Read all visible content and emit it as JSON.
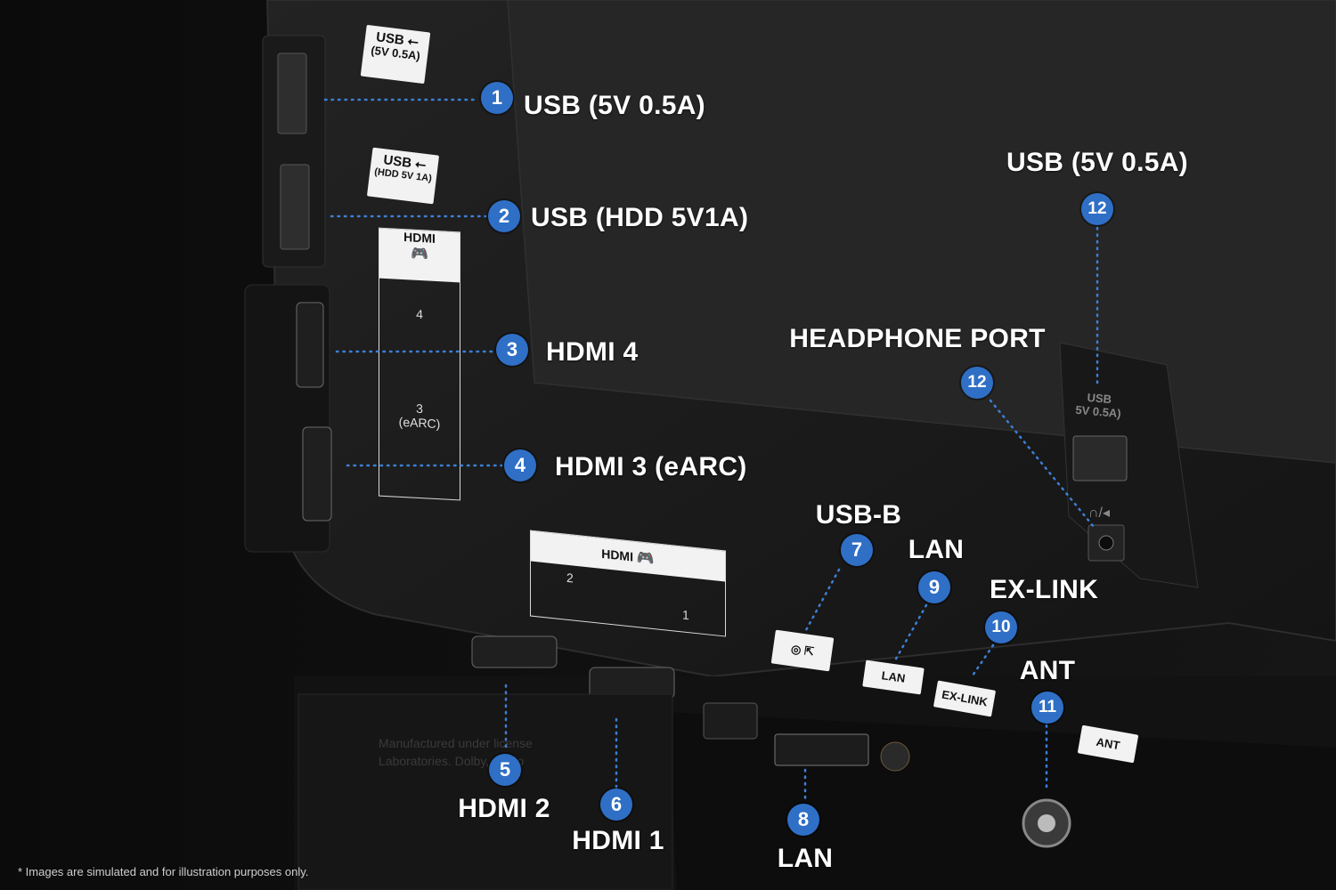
{
  "callouts": [
    {
      "num": "1",
      "label": "USB (5V 0.5A)"
    },
    {
      "num": "2",
      "label": "USB (HDD 5V1A)"
    },
    {
      "num": "3",
      "label": "HDMI 4"
    },
    {
      "num": "4",
      "label": "HDMI 3 (eARC)"
    },
    {
      "num": "5",
      "label": "HDMI 2"
    },
    {
      "num": "6",
      "label": "HDMI 1"
    },
    {
      "num": "7",
      "label": "USB-B"
    },
    {
      "num": "8",
      "label": "LAN"
    },
    {
      "num": "9",
      "label": "LAN"
    },
    {
      "num": "10",
      "label": "EX-LINK"
    },
    {
      "num": "11",
      "label": "ANT"
    },
    {
      "num": "12",
      "label": "USB (5V 0.5A)"
    },
    {
      "num": "12",
      "label": "HEADPHONE PORT"
    }
  ],
  "port_tags": {
    "usb1_line1": "USB ⭠",
    "usb1_line2": "(5V 0.5A)",
    "usb2_line1": "USB ⭠",
    "usb2_line2": "(HDD 5V 1A)",
    "hdmi_side_title": "HDMI",
    "hdmi_side_4": "4",
    "hdmi_side_3": "3",
    "hdmi_side_3b": "(eARC)",
    "hdmi_bottom_title": "HDMI",
    "hdmi_bottom_2": "2",
    "hdmi_bottom_1": "1",
    "lan": "LAN",
    "exlink": "EX-LINK",
    "ant": "ANT",
    "side_usb_1": "USB",
    "side_usb_2": "5V 0.5A)"
  },
  "icons": [
    "gamepad-icon",
    "usb-icon",
    "input-arrow-icon",
    "headphone-icon"
  ],
  "colors": {
    "badge": "#2f6fc6",
    "leader": "#3d7fd6",
    "background": "#0e0e0e"
  },
  "footnote": "* Images are simulated and for illustration purposes only."
}
